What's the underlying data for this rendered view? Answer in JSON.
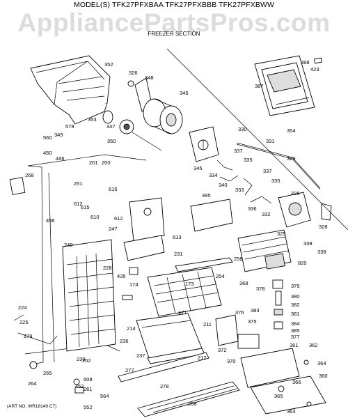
{
  "header": {
    "model_line": "MODEL(S) TFK27PFXBAA TFK27PFXBBB TFK27PFXBWW",
    "watermark": "AppliancePartsPros.com",
    "section_title": "FREEZER SECTION"
  },
  "footer": {
    "art_number": "(ART NO. WR18149 C7)"
  },
  "callouts": [
    "352",
    "326",
    "348",
    "346",
    "388",
    "423",
    "387",
    "353",
    "578",
    "447",
    "349",
    "560",
    "350",
    "330",
    "354",
    "450",
    "446",
    "331",
    "337",
    "329",
    "345",
    "201",
    "200",
    "335",
    "268",
    "334",
    "337",
    "340",
    "333",
    "251",
    "615",
    "335",
    "612",
    "615",
    "610",
    "395",
    "326",
    "612",
    "456",
    "247",
    "332",
    "336",
    "613",
    "325",
    "328",
    "339",
    "338",
    "240",
    "231",
    "258",
    "820",
    "228",
    "435",
    "254",
    "174",
    "173",
    "368",
    "378",
    "379",
    "380",
    "382",
    "171",
    "376",
    "383",
    "381",
    "224",
    "375",
    "384",
    "211",
    "385",
    "225",
    "214",
    "377",
    "279",
    "236",
    "372",
    "361",
    "362",
    "230",
    "237",
    "370",
    "212",
    "202",
    "264",
    "265",
    "277",
    "364",
    "608",
    "452",
    "261",
    "278",
    "366",
    "360",
    "564",
    "365",
    "552",
    "288",
    "363"
  ]
}
